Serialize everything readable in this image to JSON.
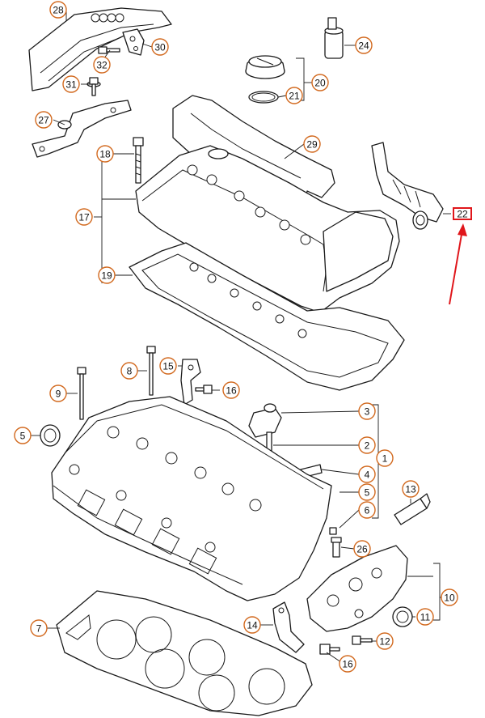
{
  "callouts": [
    {
      "id": "callout-28",
      "label": "28"
    },
    {
      "id": "callout-30",
      "label": "30"
    },
    {
      "id": "callout-32",
      "label": "32"
    },
    {
      "id": "callout-31",
      "label": "31"
    },
    {
      "id": "callout-27",
      "label": "27"
    },
    {
      "id": "callout-24",
      "label": "24"
    },
    {
      "id": "callout-20",
      "label": "20"
    },
    {
      "id": "callout-21",
      "label": "21"
    },
    {
      "id": "callout-29",
      "label": "29"
    },
    {
      "id": "callout-18",
      "label": "18"
    },
    {
      "id": "callout-17",
      "label": "17"
    },
    {
      "id": "callout-19",
      "label": "19"
    },
    {
      "id": "callout-22",
      "label": "22"
    },
    {
      "id": "callout-8",
      "label": "8"
    },
    {
      "id": "callout-15",
      "label": "15"
    },
    {
      "id": "callout-9",
      "label": "9"
    },
    {
      "id": "callout-16a",
      "label": "16"
    },
    {
      "id": "callout-5a",
      "label": "5"
    },
    {
      "id": "callout-3",
      "label": "3"
    },
    {
      "id": "callout-2",
      "label": "2"
    },
    {
      "id": "callout-1",
      "label": "1"
    },
    {
      "id": "callout-4",
      "label": "4"
    },
    {
      "id": "callout-5b",
      "label": "5"
    },
    {
      "id": "callout-6",
      "label": "6"
    },
    {
      "id": "callout-13",
      "label": "13"
    },
    {
      "id": "callout-26",
      "label": "26"
    },
    {
      "id": "callout-10",
      "label": "10"
    },
    {
      "id": "callout-11",
      "label": "11"
    },
    {
      "id": "callout-7",
      "label": "7"
    },
    {
      "id": "callout-14",
      "label": "14"
    },
    {
      "id": "callout-12",
      "label": "12"
    },
    {
      "id": "callout-16b",
      "label": "16"
    }
  ],
  "colors": {
    "callout_border": "#d2691e",
    "highlight": "#e0161b",
    "line": "#1a1a1a"
  }
}
